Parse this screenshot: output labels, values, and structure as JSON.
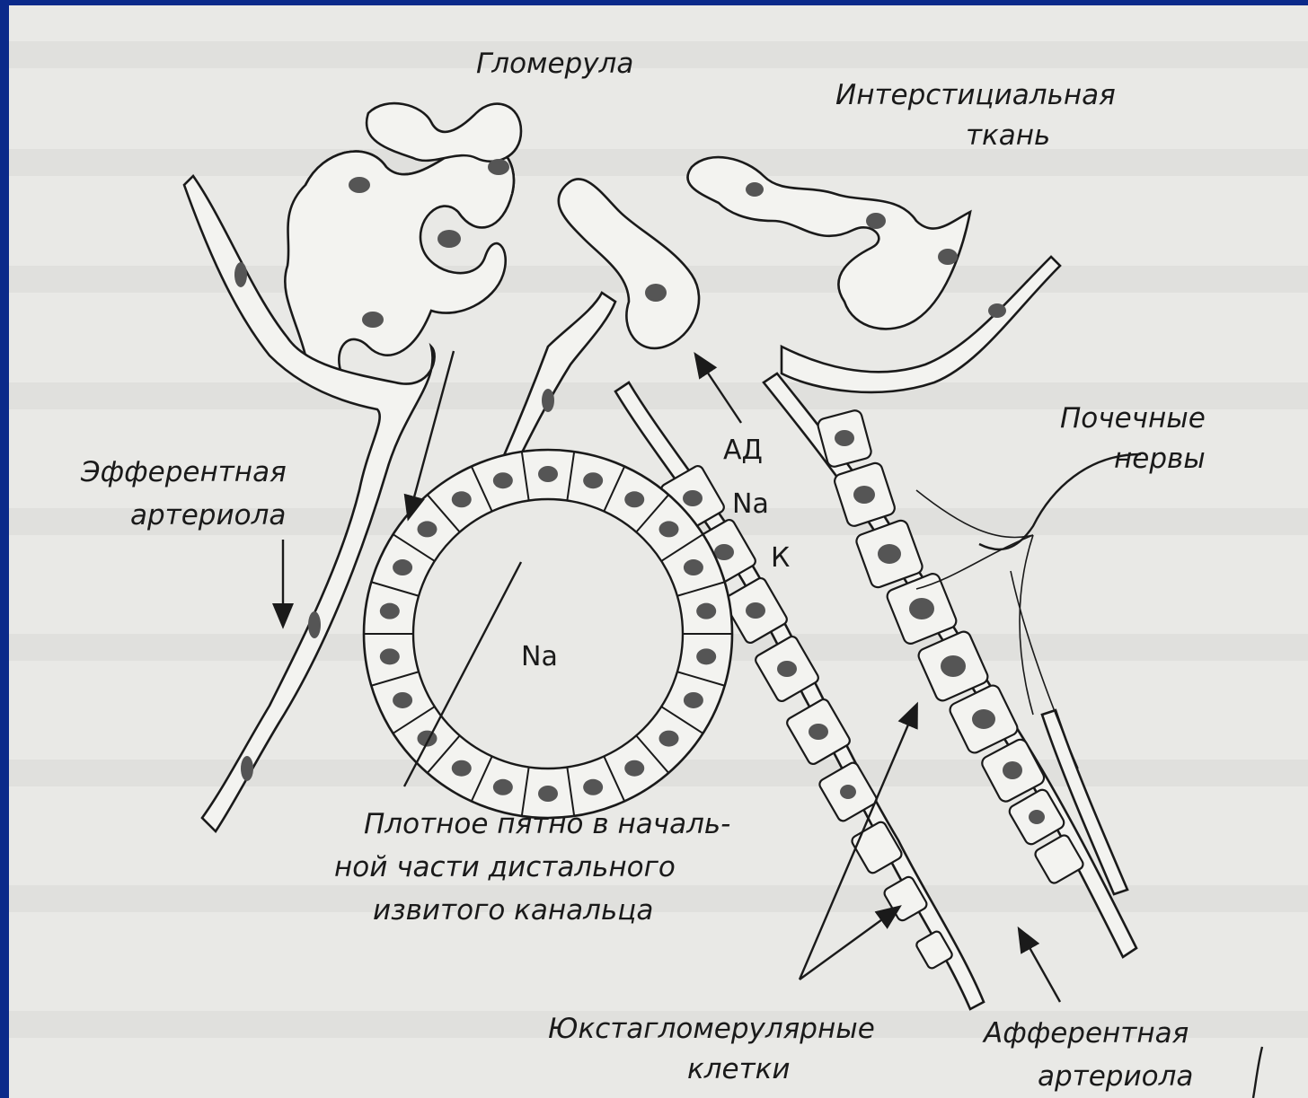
{
  "labels": {
    "glomerulus": "Гломерула",
    "interstitial_1": "Интерстициальная",
    "interstitial_2": "ткань",
    "efferent_1": "Эфферентная",
    "efferent_2": "артериола",
    "renal_nerves_1": "Почечные",
    "renal_nerves_2": "нервы",
    "macula_1": "Плотное пятно в началь-",
    "macula_2": "ной части дистального",
    "macula_3": "извитого канальца",
    "jg_cells_1": "Юкстагломерулярные",
    "jg_cells_2": "клетки",
    "afferent_1": "Афферентная",
    "afferent_2": "артериола"
  },
  "chem": {
    "ad": "АД",
    "na_outer": "Na",
    "k": "К",
    "na_lumen": "Na"
  },
  "colors": {
    "slide_border": "#0b2a8a",
    "paper": "#e9e9e6",
    "ink": "#1a1a1a"
  }
}
